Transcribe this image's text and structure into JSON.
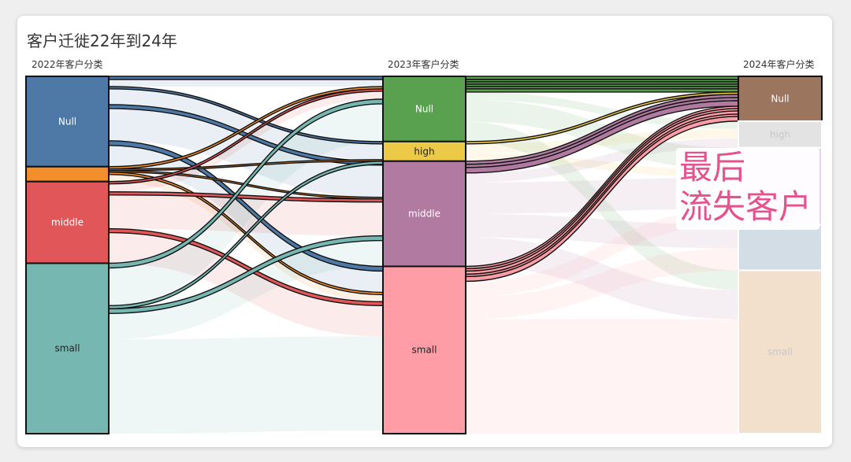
{
  "title": "客户迁徙22年到24年",
  "annotation": {
    "line1": "最后",
    "line2": "流失客户"
  },
  "chart_data": {
    "type": "sankey",
    "title": "客户迁徙22年到24年",
    "columns": [
      {
        "label": "2022年客户分类",
        "nodes": [
          {
            "id": "a-null",
            "name": "Null",
            "value": 115,
            "color": "#4e79a7"
          },
          {
            "id": "a-high",
            "name": "",
            "value": 19,
            "color": "#f28e2b"
          },
          {
            "id": "a-middle",
            "name": "middle",
            "value": 104,
            "color": "#e15759"
          },
          {
            "id": "a-small",
            "name": "small",
            "value": 217,
            "color": "#76b7b2"
          }
        ]
      },
      {
        "label": "2023年客户分类",
        "nodes": [
          {
            "id": "b-null",
            "name": "Null",
            "value": 83,
            "color": "#59a14f"
          },
          {
            "id": "b-high",
            "name": "high",
            "value": 25,
            "color": "#edc948"
          },
          {
            "id": "b-middle",
            "name": "middle",
            "value": 134,
            "color": "#b07aa1"
          },
          {
            "id": "b-small",
            "name": "small",
            "value": 213,
            "color": "#ff9da7"
          }
        ]
      },
      {
        "label": "2024年客户分类",
        "nodes": [
          {
            "id": "c-null",
            "name": "Null",
            "value": 57,
            "color": "#9c755f"
          },
          {
            "id": "c-high",
            "name": "high",
            "value": 34,
            "color": "#e3e3e3"
          },
          {
            "id": "c-middle",
            "name": "",
            "value": 98,
            "color": "#ead3ee"
          },
          {
            "id": "c-c4",
            "name": "",
            "value": 58,
            "color": "#d3dde6"
          },
          {
            "id": "c-small",
            "name": "small",
            "value": 208,
            "color": "#f3e0cc"
          }
        ]
      }
    ],
    "links": [
      {
        "source": "a-null",
        "target": "b-null",
        "value": 4,
        "highlight": true
      },
      {
        "source": "a-null",
        "target": "b-null",
        "value": 9,
        "highlight": false
      },
      {
        "source": "a-null",
        "target": "b-high",
        "value": 3,
        "highlight": true
      },
      {
        "source": "a-null",
        "target": "b-high",
        "value": 20,
        "highlight": false
      },
      {
        "source": "a-null",
        "target": "b-middle",
        "value": 5,
        "highlight": true
      },
      {
        "source": "a-null",
        "target": "b-middle",
        "value": 41,
        "highlight": false
      },
      {
        "source": "a-null",
        "target": "b-small",
        "value": 6,
        "highlight": true
      },
      {
        "source": "a-null",
        "target": "b-small",
        "value": 27,
        "highlight": false
      },
      {
        "source": "a-high",
        "target": "b-null",
        "value": 3,
        "highlight": true
      },
      {
        "source": "a-high",
        "target": "b-high",
        "value": 2,
        "highlight": true
      },
      {
        "source": "a-high",
        "target": "b-middle",
        "value": 2,
        "highlight": true
      },
      {
        "source": "a-high",
        "target": "b-small",
        "value": 3,
        "highlight": true
      },
      {
        "source": "a-high",
        "target": "b-small",
        "value": 9,
        "highlight": false
      },
      {
        "source": "a-middle",
        "target": "b-null",
        "value": 3,
        "highlight": true
      },
      {
        "source": "a-middle",
        "target": "b-null",
        "value": 10,
        "highlight": false
      },
      {
        "source": "a-middle",
        "target": "b-middle",
        "value": 4,
        "highlight": true
      },
      {
        "source": "a-middle",
        "target": "b-middle",
        "value": 43,
        "highlight": false
      },
      {
        "source": "a-middle",
        "target": "b-small",
        "value": 5,
        "highlight": true
      },
      {
        "source": "a-middle",
        "target": "b-small",
        "value": 39,
        "highlight": false
      },
      {
        "source": "a-small",
        "target": "b-null",
        "value": 6,
        "highlight": true
      },
      {
        "source": "a-small",
        "target": "b-null",
        "value": 48,
        "highlight": false
      },
      {
        "source": "a-small",
        "target": "b-high",
        "value": 4,
        "highlight": true
      },
      {
        "source": "a-small",
        "target": "b-middle",
        "value": 6,
        "highlight": true
      },
      {
        "source": "a-small",
        "target": "b-middle",
        "value": 33,
        "highlight": false
      },
      {
        "source": "a-small",
        "target": "b-small",
        "value": 120,
        "highlight": false
      },
      {
        "source": "b-null",
        "target": "c-null",
        "value": 4,
        "highlight": true
      },
      {
        "source": "b-null",
        "target": "c-null",
        "value": 3,
        "highlight": true
      },
      {
        "source": "b-null",
        "target": "c-null",
        "value": 3,
        "highlight": true
      },
      {
        "source": "b-null",
        "target": "c-null",
        "value": 3,
        "highlight": true
      },
      {
        "source": "b-null",
        "target": "c-null",
        "value": 3,
        "highlight": true
      },
      {
        "source": "b-null",
        "target": "c-null",
        "value": 4,
        "highlight": true
      },
      {
        "source": "b-null",
        "target": "c-high",
        "value": 10,
        "highlight": false
      },
      {
        "source": "b-null",
        "target": "c-middle",
        "value": 28,
        "highlight": false
      },
      {
        "source": "b-null",
        "target": "c-small",
        "value": 25,
        "highlight": false
      },
      {
        "source": "b-high",
        "target": "c-null",
        "value": 3,
        "highlight": true
      },
      {
        "source": "b-high",
        "target": "c-high",
        "value": 12,
        "highlight": false
      },
      {
        "source": "b-high",
        "target": "c-middle",
        "value": 10,
        "highlight": false
      },
      {
        "source": "b-middle",
        "target": "c-null",
        "value": 4,
        "highlight": true
      },
      {
        "source": "b-middle",
        "target": "c-null",
        "value": 4,
        "highlight": true
      },
      {
        "source": "b-middle",
        "target": "c-null",
        "value": 7,
        "highlight": true
      },
      {
        "source": "b-middle",
        "target": "c-high",
        "value": 12,
        "highlight": false
      },
      {
        "source": "b-middle",
        "target": "c-middle",
        "value": 40,
        "highlight": false
      },
      {
        "source": "b-middle",
        "target": "c-c4",
        "value": 30,
        "highlight": false
      },
      {
        "source": "b-middle",
        "target": "c-small",
        "value": 37,
        "highlight": false
      },
      {
        "source": "b-small",
        "target": "c-null",
        "value": 3,
        "highlight": true
      },
      {
        "source": "b-small",
        "target": "c-null",
        "value": 3,
        "highlight": true
      },
      {
        "source": "b-small",
        "target": "c-null",
        "value": 4,
        "highlight": true
      },
      {
        "source": "b-small",
        "target": "c-null",
        "value": 3,
        "highlight": true
      },
      {
        "source": "b-small",
        "target": "c-null",
        "value": 6,
        "highlight": true
      },
      {
        "source": "b-small",
        "target": "c-middle",
        "value": 20,
        "highlight": false
      },
      {
        "source": "b-small",
        "target": "c-c4",
        "value": 28,
        "highlight": false
      },
      {
        "source": "b-small",
        "target": "c-small",
        "value": 146,
        "highlight": false
      }
    ]
  }
}
